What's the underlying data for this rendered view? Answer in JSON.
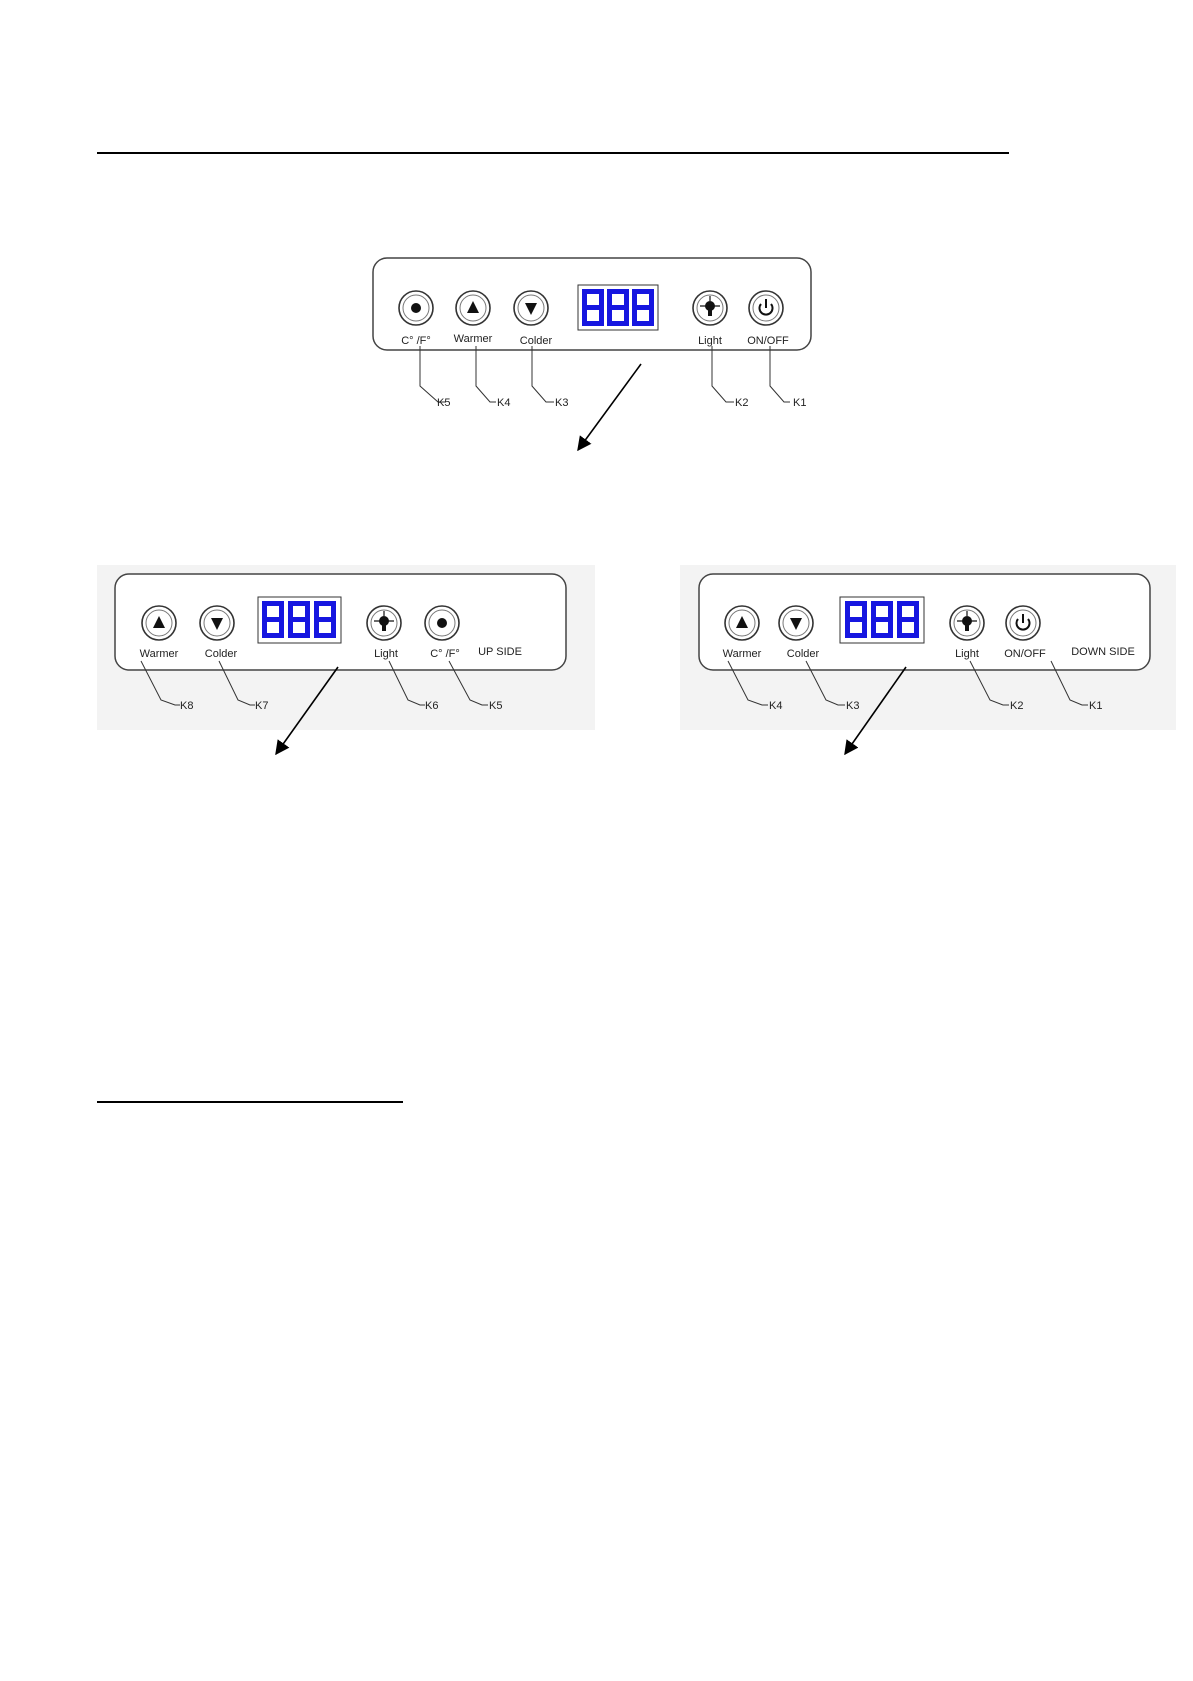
{
  "top_panel": {
    "buttons": [
      {
        "key": "K5",
        "label": "C° /F°",
        "icon": "dot-icon"
      },
      {
        "key": "K4",
        "label": "Warmer",
        "icon": "up-triangle-icon"
      },
      {
        "key": "K3",
        "label": "Colder",
        "icon": "down-triangle-icon"
      },
      {
        "key": "K2",
        "label": "Light",
        "icon": "bulb-icon"
      },
      {
        "key": "K1",
        "label": "ON/OFF",
        "icon": "power-icon"
      }
    ],
    "display": "888"
  },
  "up_panel": {
    "side_label": "UP SIDE",
    "buttons": [
      {
        "key": "K8",
        "label": "Warmer",
        "icon": "up-triangle-icon"
      },
      {
        "key": "K7",
        "label": "Colder",
        "icon": "down-triangle-icon"
      },
      {
        "key": "K6",
        "label": "Light",
        "icon": "bulb-icon"
      },
      {
        "key": "K5",
        "label": "C° /F°",
        "icon": "dot-icon"
      }
    ],
    "display": "888"
  },
  "down_panel": {
    "side_label": "DOWN SIDE",
    "buttons": [
      {
        "key": "K4",
        "label": "Warmer",
        "icon": "up-triangle-icon"
      },
      {
        "key": "K3",
        "label": "Colder",
        "icon": "down-triangle-icon"
      },
      {
        "key": "K2",
        "label": "Light",
        "icon": "bulb-icon"
      },
      {
        "key": "K1",
        "label": "ON/OFF",
        "icon": "power-icon"
      }
    ],
    "display": "888"
  },
  "colors": {
    "display_digits": "#1616e0",
    "panel_outline": "#444444",
    "rule": "#000000"
  }
}
